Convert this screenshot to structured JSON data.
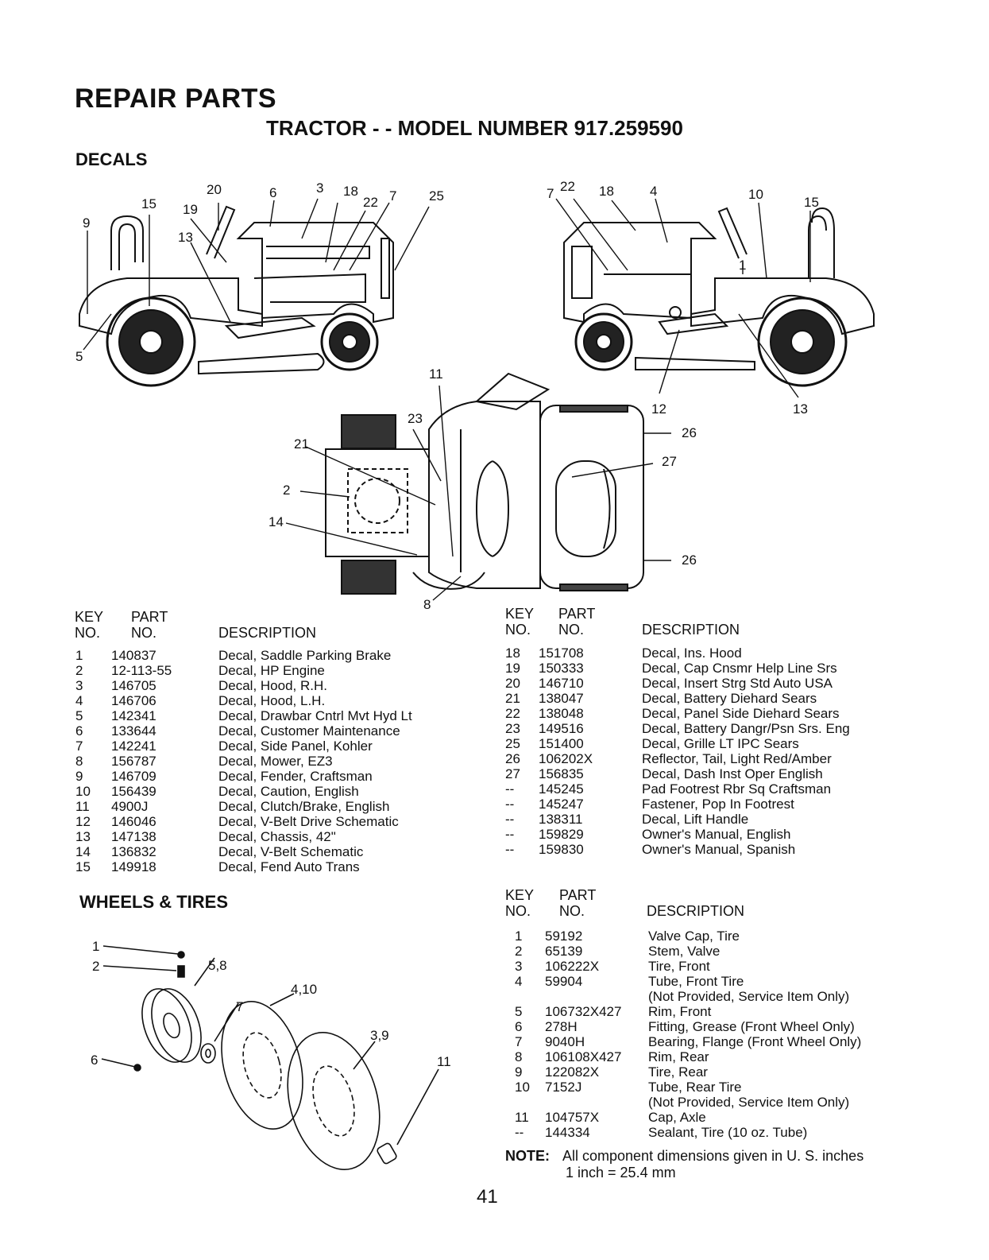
{
  "header": {
    "title": "REPAIR PARTS",
    "subtitle": "TRACTOR - - MODEL NUMBER 917.259590",
    "decals_section": "DECALS",
    "wheels_section": "WHEELS & TIRES"
  },
  "table_headers": {
    "key": "KEY",
    "no": "NO.",
    "part": "PART",
    "description": "DESCRIPTION"
  },
  "decal_diagram_labels": {
    "left": [
      "9",
      "15",
      "19",
      "20",
      "13",
      "6",
      "3",
      "18",
      "22",
      "7",
      "25",
      "5"
    ],
    "right": [
      "7",
      "22",
      "18",
      "4",
      "10",
      "15",
      "1",
      "12",
      "13"
    ],
    "top": [
      "11",
      "23",
      "21",
      "2",
      "14",
      "8",
      "26",
      "27",
      "26"
    ]
  },
  "decals_left": [
    {
      "key": "1",
      "part": "140837",
      "desc": "Decal, Saddle Parking Brake"
    },
    {
      "key": "2",
      "part": "12-113-55",
      "desc": "Decal, HP Engine"
    },
    {
      "key": "3",
      "part": "146705",
      "desc": "Decal, Hood, R.H."
    },
    {
      "key": "4",
      "part": "146706",
      "desc": "Decal, Hood, L.H."
    },
    {
      "key": "5",
      "part": "142341",
      "desc": "Decal, Drawbar Cntrl Mvt Hyd Lt"
    },
    {
      "key": "6",
      "part": "133644",
      "desc": "Decal, Customer Maintenance"
    },
    {
      "key": "7",
      "part": "142241",
      "desc": "Decal, Side Panel, Kohler"
    },
    {
      "key": "8",
      "part": "156787",
      "desc": "Decal, Mower, EZ3"
    },
    {
      "key": "9",
      "part": "146709",
      "desc": "Decal, Fender, Craftsman"
    },
    {
      "key": "10",
      "part": "156439",
      "desc": "Decal, Caution, English"
    },
    {
      "key": "11",
      "part": "4900J",
      "desc": "Decal, Clutch/Brake, English"
    },
    {
      "key": "12",
      "part": "146046",
      "desc": "Decal, V-Belt Drive Schematic"
    },
    {
      "key": "13",
      "part": "147138",
      "desc": "Decal, Chassis, 42\""
    },
    {
      "key": "14",
      "part": "136832",
      "desc": "Decal, V-Belt Schematic"
    },
    {
      "key": "15",
      "part": "149918",
      "desc": "Decal, Fend Auto Trans"
    }
  ],
  "decals_right": [
    {
      "key": "18",
      "part": "151708",
      "desc": "Decal, Ins. Hood"
    },
    {
      "key": "19",
      "part": "150333",
      "desc": "Decal, Cap Cnsmr Help Line Srs"
    },
    {
      "key": "20",
      "part": "146710",
      "desc": "Decal, Insert Strg Std Auto USA"
    },
    {
      "key": "21",
      "part": "138047",
      "desc": "Decal, Battery Diehard Sears"
    },
    {
      "key": "22",
      "part": "138048",
      "desc": "Decal, Panel Side Diehard Sears"
    },
    {
      "key": "23",
      "part": "149516",
      "desc": "Decal, Battery Dangr/Psn Srs. Eng"
    },
    {
      "key": "25",
      "part": "151400",
      "desc": "Decal, Grille LT IPC Sears"
    },
    {
      "key": "26",
      "part": "106202X",
      "desc": "Reflector, Tail, Light Red/Amber"
    },
    {
      "key": "27",
      "part": "156835",
      "desc": "Decal, Dash Inst Oper English"
    },
    {
      "key": "--",
      "part": "145245",
      "desc": "Pad Footrest Rbr Sq Craftsman"
    },
    {
      "key": "--",
      "part": "145247",
      "desc": "Fastener, Pop In Footrest"
    },
    {
      "key": "--",
      "part": "138311",
      "desc": "Decal, Lift Handle"
    },
    {
      "key": "--",
      "part": "159829",
      "desc": "Owner's Manual, English"
    },
    {
      "key": "--",
      "part": "159830",
      "desc": "Owner's Manual, Spanish"
    }
  ],
  "wheels": [
    {
      "key": "1",
      "part": "59192",
      "desc": "Valve Cap, Tire"
    },
    {
      "key": "2",
      "part": "65139",
      "desc": "Stem, Valve"
    },
    {
      "key": "3",
      "part": "106222X",
      "desc": "Tire, Front"
    },
    {
      "key": "4",
      "part": "59904",
      "desc": "Tube, Front Tire"
    },
    {
      "key": "",
      "part": "",
      "desc": "(Not Provided, Service Item Only)"
    },
    {
      "key": "5",
      "part": "106732X427",
      "desc": "Rim, Front"
    },
    {
      "key": "6",
      "part": "278H",
      "desc": "Fitting, Grease (Front Wheel Only)"
    },
    {
      "key": "7",
      "part": "9040H",
      "desc": "Bearing, Flange (Front Wheel Only)"
    },
    {
      "key": "8",
      "part": "106108X427",
      "desc": "Rim, Rear"
    },
    {
      "key": "9",
      "part": "122082X",
      "desc": "Tire, Rear"
    },
    {
      "key": "10",
      "part": "7152J",
      "desc": "Tube, Rear Tire"
    },
    {
      "key": "",
      "part": "",
      "desc": "(Not Provided, Service Item Only)"
    },
    {
      "key": "11",
      "part": "104757X",
      "desc": "Cap, Axle"
    },
    {
      "key": "--",
      "part": "144334",
      "desc": "Sealant, Tire (10 oz. Tube)"
    }
  ],
  "wheel_diagram_labels": [
    "1",
    "2",
    "5,8",
    "4,10",
    "7",
    "3,9",
    "6",
    "11"
  ],
  "note": {
    "label": "NOTE:",
    "line1": "All component dimensions given in U. S. inches",
    "line2": "1 inch = 25.4 mm"
  },
  "page_number": "41"
}
